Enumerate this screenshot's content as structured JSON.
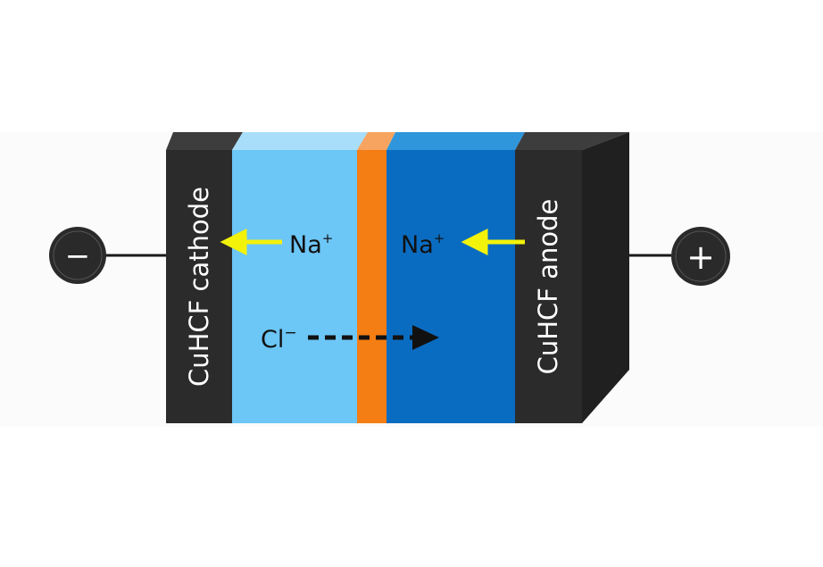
{
  "diagram": {
    "cathode_label": "CuHCF cathode",
    "anode_label": "CuHCF anode",
    "left_ion": {
      "base": "Na",
      "charge": "+"
    },
    "right_ion": {
      "base": "Na",
      "charge": "+"
    },
    "chloride_ion": {
      "base": "Cl",
      "charge": "−"
    },
    "negative_terminal_symbol": "−",
    "positive_terminal_symbol": "+"
  },
  "colors": {
    "background_band": "#fbfbfb",
    "electrode": "#2b2b2b",
    "electrode_top": "#3d3d3d",
    "electrode_side": "#202020",
    "left_electrolyte": "#6cc6f6",
    "left_electrolyte_top": "#a8defa",
    "membrane": "#f47d14",
    "membrane_top": "#f6a460",
    "right_electrolyte": "#0a6cc1",
    "right_electrolyte_top": "#2f96dc",
    "sodium_arrow": "#f3f20a",
    "chloride_arrow": "#111111",
    "terminal": "#2a2a2a",
    "wire": "#1a1a1a"
  }
}
